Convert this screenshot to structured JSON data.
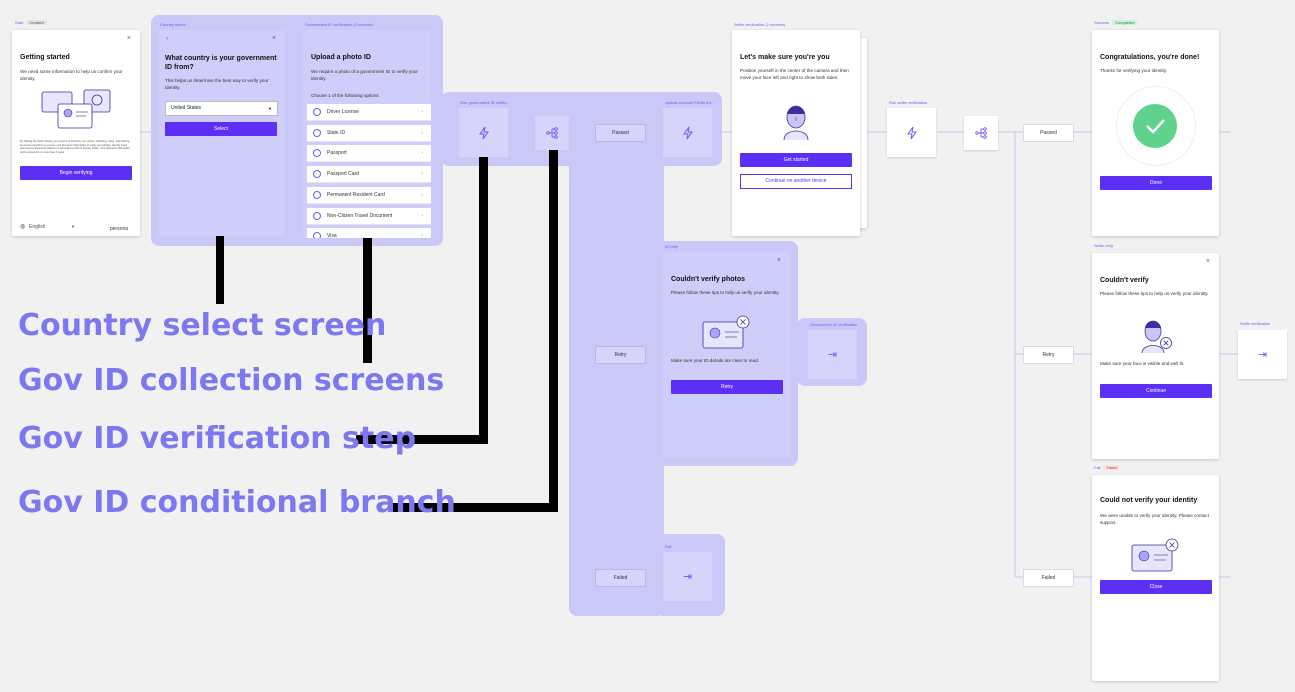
{
  "start": {
    "tag": "Start",
    "badge": "Created",
    "title": "Getting started",
    "desc": "We need some information to help us confirm your identity.",
    "legal": "By clicking the button below, you consent to Persona, our vendor, collecting, using, and utilizing its service providers to process your biometric information to verify your identity, identify fraud, and improve Persona's platform in accordance with its Privacy Policy. Your biometric information will be stored for no more than 3 years.",
    "button": "Begin verifying",
    "language": "English",
    "logo": "persona"
  },
  "country": {
    "tag": "Country select",
    "title": "What country is your government ID from?",
    "desc": "This helps us determine the best way to verify your identity.",
    "select_value": "United States",
    "button": "Select"
  },
  "govid": {
    "tag": "Government ID verification (3 screens)",
    "title": "Upload a photo ID",
    "desc": "We require a photo of a government ID to verify your identity.",
    "choose": "Choose 1 of the following options",
    "options": [
      "Driver License",
      "State ID",
      "Passport",
      "Passport Card",
      "Permanent Resident Card",
      "Non-Citizen Travel Document",
      "Visa"
    ]
  },
  "run_gov_tag": "Run government ID verific...",
  "update_tag": "Update Account Fields fro...",
  "branch1": {
    "passed": "Passed",
    "retry": "Retry",
    "failed": "Failed"
  },
  "idretry": {
    "tag": "ID retry",
    "title": "Couldn't verify photos",
    "desc": "Please follow these tips to help us verify your identity.",
    "tip": "Make sure your ID details are clear to read.",
    "button": "Retry"
  },
  "gov_goto_tag": "Government ID verification",
  "fail1_tag": "Fail",
  "selfie": {
    "tag": "Selfie verification (2 screens)",
    "title": "Let's make sure you're you",
    "desc": "Position yourself in the center of the camera and then move your face left and right to show both sides.",
    "button": "Get started",
    "button2": "Continue on another device"
  },
  "run_selfie_tag": "Run selfie verification",
  "branch2": {
    "passed": "Passed",
    "retry": "Retry",
    "failed": "Failed"
  },
  "success": {
    "tag": "Success",
    "badge": "Completed",
    "title": "Congratulations, you're done!",
    "desc": "Thanks for verifying your identity.",
    "button": "Done"
  },
  "selfieretry": {
    "tag": "Selfie retry",
    "title": "Couldn't verify",
    "desc": "Please follow these tips to help us verify your identity.",
    "tip": "Make sure your face is visible and well lit.",
    "button": "Continue"
  },
  "selfie_goto_tag": "Selfie verification",
  "fail": {
    "tag": "Fail",
    "badge": "Failed",
    "title": "Could not verify your identity",
    "desc": "We were unable to verify your identity. Please contact support.",
    "button": "Close"
  },
  "annotations": [
    "Country select screen",
    "Gov ID collection screens",
    "Gov ID verification step",
    "Gov ID conditional branch"
  ],
  "colors": {
    "accent": "#5b2ff4",
    "highlight": "#c9c8f7",
    "annotation": "#7b78f0",
    "success": "#5fd38d"
  },
  "icons": [
    "lightning-icon",
    "branch-icon",
    "goto-icon",
    "close-icon",
    "check-icon",
    "globe-icon",
    "chevron-right-icon"
  ]
}
